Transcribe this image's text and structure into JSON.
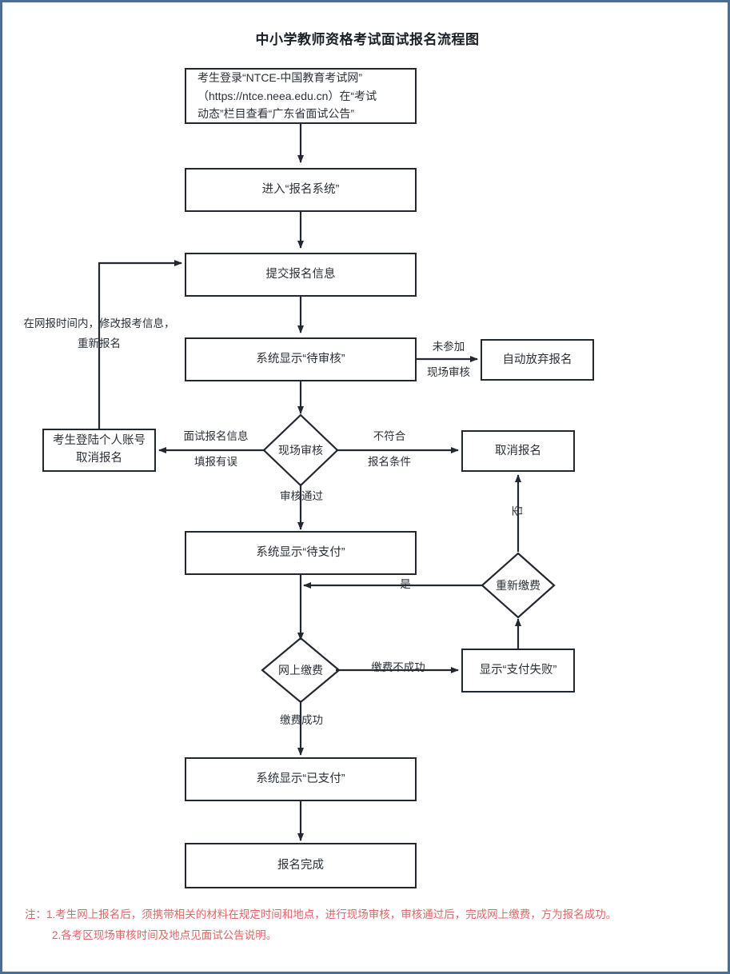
{
  "page": {
    "title": "中小学教师资格考试面试报名流程图",
    "border_color": "#4a6f96",
    "node_border_color": "#232830",
    "text_color": "#2b3038",
    "note_color": "#e06666"
  },
  "nodes": {
    "login": "考生登录“NTCE-中国教育考试网”（https://ntce.neea.edu.cn）在“考试动态”栏目查看“广东省面试公告”",
    "login_l1": "考生登录“NTCE-中国教育考试网”",
    "login_l2": "（https://ntce.neea.edu.cn）在“考试",
    "login_l3": "动态”栏目查看“广东省面试公告”",
    "enter_system": "进入“报名系统”",
    "submit_info": "提交报名信息",
    "pending_review": "系统显示“待审核”",
    "auto_abandon": "自动放弃报名",
    "cancel_by_self_l1": "考生登陆个人账号",
    "cancel_by_self_l2": "取消报名",
    "cancel_registration": "取消报名",
    "pending_payment": "系统显示“待支付”",
    "payment_failed": "显示“支付失败”",
    "paid": "系统显示“已支付”",
    "registration_done": "报名完成"
  },
  "decisions": {
    "onsite_review": "现场审核",
    "repay": "重新缴费",
    "online_payment": "网上缴费"
  },
  "edge_labels": {
    "not_attend_l1": "未参加",
    "not_attend_l2": "现场审核",
    "info_error_l1": "面试报名信息",
    "info_error_l2": "填报有误",
    "not_qualified_l1": "不符合",
    "not_qualified_l2": "报名条件",
    "review_passed": "审核通过",
    "modify_reapply_l1": "在网报时间内，修改报考信息，",
    "modify_reapply_l2": "重新报名",
    "yes": "是",
    "no": "否",
    "payment_fail": "缴费不成功",
    "payment_success": "缴费成功"
  },
  "note": {
    "line1": "注：1.考生网上报名后，须携带相关的材料在规定时间和地点，进行现场审核，审核通过后，完成网上缴费，方为报名成功。",
    "line2": "2.各考区现场审核时间及地点见面试公告说明。"
  }
}
